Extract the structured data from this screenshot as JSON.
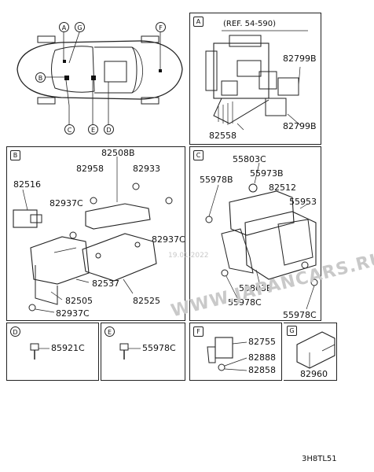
{
  "car_view": {
    "callouts": [
      "A",
      "G",
      "F",
      "B",
      "C",
      "E",
      "D"
    ]
  },
  "panel_a": {
    "letter": "A",
    "ref": "(REF. 54-590)",
    "labels": [
      "82799B",
      "82558",
      "82799B"
    ]
  },
  "panel_b": {
    "letter": "B",
    "labels": [
      "82508B",
      "82958",
      "82933",
      "82516",
      "82937C",
      "82937C",
      "82537",
      "82505",
      "82937C",
      "82525"
    ]
  },
  "panel_c": {
    "letter": "C",
    "labels": [
      "55803C",
      "55978B",
      "55973B",
      "82512",
      "55953",
      "55803B",
      "55978C",
      "55978C"
    ]
  },
  "panel_d": {
    "letter": "D",
    "labels": [
      "85921C"
    ]
  },
  "panel_e": {
    "letter": "E",
    "labels": [
      "55978C"
    ]
  },
  "panel_f": {
    "letter": "F",
    "labels": [
      "82755",
      "82888",
      "82858"
    ]
  },
  "panel_g": {
    "letter": "G",
    "labels": [
      "82960"
    ]
  },
  "watermark": {
    "text": "WWW.JAPANCARS.RU",
    "date": "19.01.2022"
  },
  "footer": {
    "code": "3H8TL51"
  }
}
